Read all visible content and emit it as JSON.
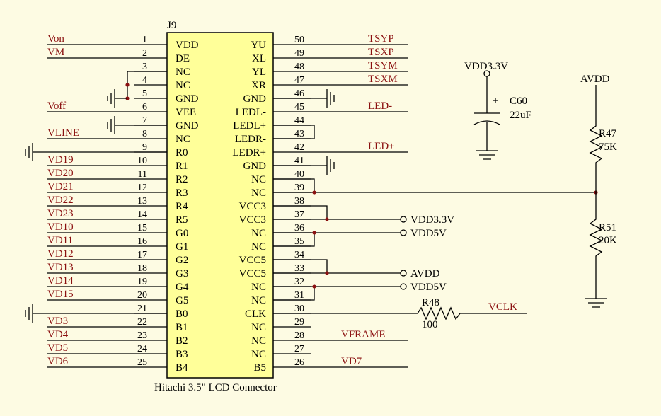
{
  "colors": {
    "background": "#fdfbe3",
    "body_fill": "#ffff99",
    "net_label": "#8b1010",
    "wire": "#000000"
  },
  "connector": {
    "ref": "J9",
    "caption": "Hitachi 3.5\" LCD Connector",
    "left_pins": [
      {
        "num": "1",
        "name": "VDD",
        "net": "Von"
      },
      {
        "num": "2",
        "name": "DE",
        "net": "VM"
      },
      {
        "num": "3",
        "name": "NC",
        "net": ""
      },
      {
        "num": "4",
        "name": "NC",
        "net": ""
      },
      {
        "num": "5",
        "name": "GND",
        "net": ""
      },
      {
        "num": "6",
        "name": "VEE",
        "net": "Voff"
      },
      {
        "num": "7",
        "name": "GND",
        "net": ""
      },
      {
        "num": "8",
        "name": "NC",
        "net": "VLINE"
      },
      {
        "num": "9",
        "name": "R0",
        "net": ""
      },
      {
        "num": "10",
        "name": "R1",
        "net": "VD19"
      },
      {
        "num": "11",
        "name": "R2",
        "net": "VD20"
      },
      {
        "num": "12",
        "name": "R3",
        "net": "VD21"
      },
      {
        "num": "13",
        "name": "R4",
        "net": "VD22"
      },
      {
        "num": "14",
        "name": "R5",
        "net": "VD23"
      },
      {
        "num": "15",
        "name": "G0",
        "net": "VD10"
      },
      {
        "num": "16",
        "name": "G1",
        "net": "VD11"
      },
      {
        "num": "17",
        "name": "G2",
        "net": "VD12"
      },
      {
        "num": "18",
        "name": "G3",
        "net": "VD13"
      },
      {
        "num": "19",
        "name": "G4",
        "net": "VD14"
      },
      {
        "num": "20",
        "name": "G5",
        "net": "VD15"
      },
      {
        "num": "21",
        "name": "B0",
        "net": ""
      },
      {
        "num": "22",
        "name": "B1",
        "net": "VD3"
      },
      {
        "num": "23",
        "name": "B2",
        "net": "VD4"
      },
      {
        "num": "24",
        "name": "B3",
        "net": "VD5"
      },
      {
        "num": "25",
        "name": "B4",
        "net": "VD6"
      }
    ],
    "right_pins": [
      {
        "num": "50",
        "name": "YU",
        "net": "TSYP"
      },
      {
        "num": "49",
        "name": "XL",
        "net": "TSXP"
      },
      {
        "num": "48",
        "name": "YL",
        "net": "TSYM"
      },
      {
        "num": "47",
        "name": "XR",
        "net": "TSXM"
      },
      {
        "num": "46",
        "name": "GND",
        "net": ""
      },
      {
        "num": "45",
        "name": "LEDL-",
        "net": "LED-"
      },
      {
        "num": "44",
        "name": "LEDL+",
        "net": ""
      },
      {
        "num": "43",
        "name": "LEDR-",
        "net": ""
      },
      {
        "num": "42",
        "name": "LEDR+",
        "net": "LED+"
      },
      {
        "num": "41",
        "name": "GND",
        "net": ""
      },
      {
        "num": "40",
        "name": "NC",
        "net": ""
      },
      {
        "num": "39",
        "name": "NC",
        "net": ""
      },
      {
        "num": "38",
        "name": "VCC3",
        "net": ""
      },
      {
        "num": "37",
        "name": "VCC3",
        "net": ""
      },
      {
        "num": "36",
        "name": "NC",
        "net": ""
      },
      {
        "num": "35",
        "name": "NC",
        "net": ""
      },
      {
        "num": "34",
        "name": "VCC5",
        "net": ""
      },
      {
        "num": "33",
        "name": "VCC5",
        "net": ""
      },
      {
        "num": "32",
        "name": "NC",
        "net": ""
      },
      {
        "num": "31",
        "name": "NC",
        "net": ""
      },
      {
        "num": "30",
        "name": "CLK",
        "net": ""
      },
      {
        "num": "29",
        "name": "NC",
        "net": ""
      },
      {
        "num": "28",
        "name": "NC",
        "net": "VFRAME"
      },
      {
        "num": "27",
        "name": "NC",
        "net": ""
      },
      {
        "num": "26",
        "name": "B5",
        "net": "VD7"
      }
    ]
  },
  "ports": {
    "vdd33_a": "VDD3.3V",
    "vdd5v_a": "VDD5V",
    "avdd_a": "AVDD",
    "vdd5v_b": "VDD5V",
    "vclk": "VCLK",
    "vdd33_top": "VDD3.3V",
    "avdd_top": "AVDD"
  },
  "components": {
    "c60": {
      "ref": "C60",
      "value": "22uF",
      "polarity": "+"
    },
    "r48": {
      "ref": "R48",
      "value": "100"
    },
    "r47": {
      "ref": "R47",
      "value": "75K"
    },
    "r51": {
      "ref": "R51",
      "value": "20K"
    }
  }
}
